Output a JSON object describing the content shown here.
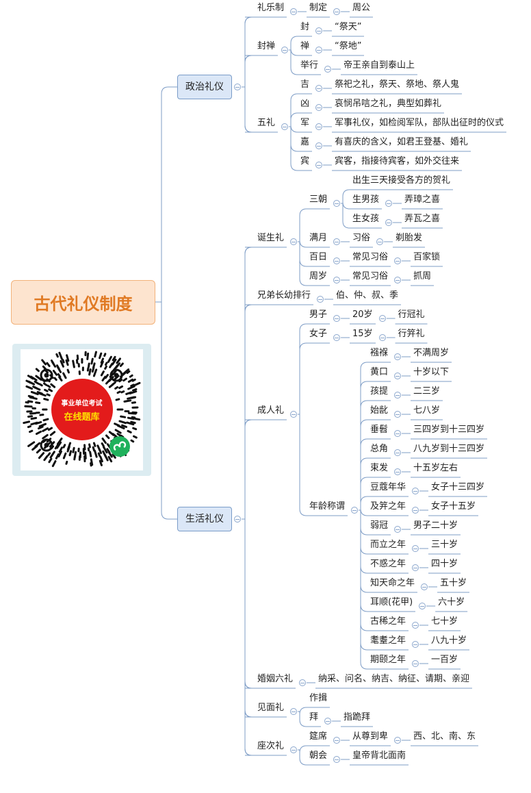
{
  "root": {
    "label": "古代礼仪制度"
  },
  "qr": {
    "line1": "事业单位考试",
    "line2": "在线题库"
  },
  "tree": [
    {
      "label": "政治礼仪",
      "children": [
        {
          "label": "礼乐制",
          "children": [
            {
              "label": "制定",
              "children": [
                {
                  "label": "周公"
                }
              ]
            }
          ]
        },
        {
          "label": "封禅",
          "children": [
            {
              "label": "封",
              "children": [
                {
                  "label": "“祭天”"
                }
              ]
            },
            {
              "label": "禅",
              "children": [
                {
                  "label": "“祭地”"
                }
              ]
            },
            {
              "label": "举行",
              "children": [
                {
                  "label": "帝王亲自到泰山上"
                }
              ]
            }
          ]
        },
        {
          "label": "五礼",
          "children": [
            {
              "label": "吉",
              "children": [
                {
                  "label": "祭祀之礼，祭天、祭地、祭人鬼"
                }
              ]
            },
            {
              "label": "凶",
              "children": [
                {
                  "label": "哀悯吊唁之礼，典型如葬礼"
                }
              ]
            },
            {
              "label": "军",
              "children": [
                {
                  "label": "军事礼仪，如检阅军队，部队出征时的仪式"
                }
              ]
            },
            {
              "label": "嘉",
              "children": [
                {
                  "label": "有喜庆的含义，如君王登基、婚礼"
                }
              ]
            },
            {
              "label": "宾",
              "children": [
                {
                  "label": "宾客，指接待宾客，如外交往来"
                }
              ]
            }
          ]
        }
      ]
    },
    {
      "label": "生活礼仪",
      "children": [
        {
          "label": "诞生礼",
          "children": [
            {
              "label": "三朝",
              "children": [
                {
                  "label": "出生三天接受各方的贺礼"
                },
                {
                  "label": "生男孩",
                  "children": [
                    {
                      "label": "弄璋之喜"
                    }
                  ]
                },
                {
                  "label": "生女孩",
                  "children": [
                    {
                      "label": "弄瓦之喜"
                    }
                  ]
                }
              ]
            },
            {
              "label": "满月",
              "children": [
                {
                  "label": "习俗",
                  "children": [
                    {
                      "label": "剃胎发"
                    }
                  ]
                }
              ]
            },
            {
              "label": "百日",
              "children": [
                {
                  "label": "常见习俗",
                  "children": [
                    {
                      "label": "百家锁"
                    }
                  ]
                }
              ]
            },
            {
              "label": "周岁",
              "children": [
                {
                  "label": "常见习俗",
                  "children": [
                    {
                      "label": "抓周"
                    }
                  ]
                }
              ]
            }
          ]
        },
        {
          "label": "兄弟长幼排行",
          "children": [
            {
              "label": "伯、仲、叔、季"
            }
          ]
        },
        {
          "label": "成人礼",
          "children": [
            {
              "label": "男子",
              "children": [
                {
                  "label": "20岁",
                  "children": [
                    {
                      "label": "行冠礼"
                    }
                  ]
                }
              ]
            },
            {
              "label": "女子",
              "children": [
                {
                  "label": "15岁",
                  "children": [
                    {
                      "label": "行笄礼"
                    }
                  ]
                }
              ]
            },
            {
              "label": "年龄称谓",
              "children": [
                {
                  "label": "襁褓",
                  "children": [
                    {
                      "label": "不满周岁"
                    }
                  ]
                },
                {
                  "label": "黄口",
                  "children": [
                    {
                      "label": "十岁以下"
                    }
                  ]
                },
                {
                  "label": "孩提",
                  "children": [
                    {
                      "label": "二三岁"
                    }
                  ]
                },
                {
                  "label": "始龀",
                  "children": [
                    {
                      "label": "七八岁"
                    }
                  ]
                },
                {
                  "label": "垂髫",
                  "children": [
                    {
                      "label": "三四岁到十三四岁"
                    }
                  ]
                },
                {
                  "label": "总角",
                  "children": [
                    {
                      "label": "八九岁到十三四岁"
                    }
                  ]
                },
                {
                  "label": "束发",
                  "children": [
                    {
                      "label": "十五岁左右"
                    }
                  ]
                },
                {
                  "label": "豆蔻年华",
                  "children": [
                    {
                      "label": "女子十三四岁"
                    }
                  ]
                },
                {
                  "label": "及笄之年",
                  "children": [
                    {
                      "label": "女子十五岁"
                    }
                  ]
                },
                {
                  "label": "弱冠",
                  "children": [
                    {
                      "label": "男子二十岁"
                    }
                  ]
                },
                {
                  "label": "而立之年",
                  "children": [
                    {
                      "label": "三十岁"
                    }
                  ]
                },
                {
                  "label": "不惑之年",
                  "children": [
                    {
                      "label": "四十岁"
                    }
                  ]
                },
                {
                  "label": "知天命之年",
                  "children": [
                    {
                      "label": "五十岁"
                    }
                  ]
                },
                {
                  "label": "耳顺(花甲)",
                  "children": [
                    {
                      "label": "六十岁"
                    }
                  ]
                },
                {
                  "label": "古稀之年",
                  "children": [
                    {
                      "label": "七十岁"
                    }
                  ]
                },
                {
                  "label": "耄耋之年",
                  "children": [
                    {
                      "label": "八九十岁"
                    }
                  ]
                },
                {
                  "label": "期颐之年",
                  "children": [
                    {
                      "label": "一百岁"
                    }
                  ]
                }
              ]
            }
          ]
        },
        {
          "label": "婚姻六礼",
          "children": [
            {
              "label": "纳采、问名、纳吉、纳征、请期、亲迎"
            }
          ]
        },
        {
          "label": "见面礼",
          "children": [
            {
              "label": "作揖"
            },
            {
              "label": "拜",
              "children": [
                {
                  "label": "指跪拜"
                }
              ]
            }
          ]
        },
        {
          "label": "座次礼",
          "children": [
            {
              "label": "筵席",
              "children": [
                {
                  "label": "从尊到卑",
                  "children": [
                    {
                      "label": "西、北、南、东"
                    }
                  ]
                }
              ]
            },
            {
              "label": "朝会",
              "children": [
                {
                  "label": "皇帝背北面南"
                }
              ]
            }
          ]
        }
      ]
    }
  ]
}
